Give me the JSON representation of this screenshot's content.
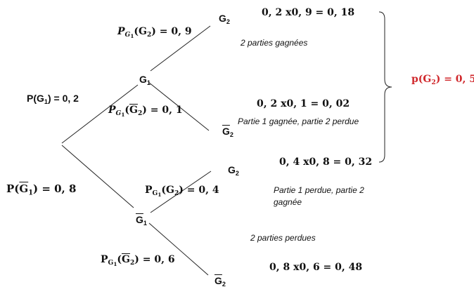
{
  "branches": {
    "p_g1": {
      "text": "P(G",
      "sub": "1",
      "tail": ") = 0, 2"
    },
    "p_notg1": {
      "text": "P(",
      "bar": "G",
      "sub": "1",
      "tail": ") = 0, 8"
    },
    "p_g1_g2": {
      "p": "P",
      "psub": "G",
      "psubsub": "1",
      "open": "(G",
      "gsub": "2",
      "tail": ") = 0, 9"
    },
    "p_g1_notg2": {
      "p": "P",
      "psub": "G",
      "psubsub": "1",
      "open": "(",
      "bar": "G",
      "gsub": "2",
      "tail": ") = 0, 1"
    },
    "p_notg1_g2": {
      "p": "P",
      "psub": "G",
      "psubsub": "1",
      "open": "(G",
      "gsub": "2",
      "tail": ") = 0, 4"
    },
    "p_notg1_notg2": {
      "p": "P",
      "psub": "G",
      "psubsub": "1",
      "open": "(",
      "bar": "G",
      "gsub": "2",
      "tail": ") = 0, 6"
    }
  },
  "nodes": {
    "g1": {
      "text": "G",
      "sub": "1"
    },
    "notg1": {
      "text": "G",
      "sub": "1"
    },
    "leaf1": {
      "text": "G",
      "sub": "2"
    },
    "leaf2": {
      "text": "G",
      "sub": "2"
    },
    "leaf3": {
      "text": "G",
      "sub": "2"
    },
    "leaf4": {
      "text": "G",
      "sub": "2"
    }
  },
  "products": {
    "r1": "0, 2 x0, 9 = 0, 18",
    "r2": "0, 2 x0, 1 = 0, 02",
    "r3": "0, 4 x0, 8 = 0, 32",
    "r4": "0, 8 x0, 6 = 0, 48"
  },
  "notes": {
    "n1": "2 parties gagnées",
    "n2": "Partie 1 gagnée, partie 2 perdue",
    "n3": "Partie 1 perdue, partie 2 gagnée",
    "n4": "2 parties perdues"
  },
  "result": {
    "text": "p(G",
    "sub": "2",
    "tail": ") = 0, 5",
    "color": "#d0282c"
  }
}
